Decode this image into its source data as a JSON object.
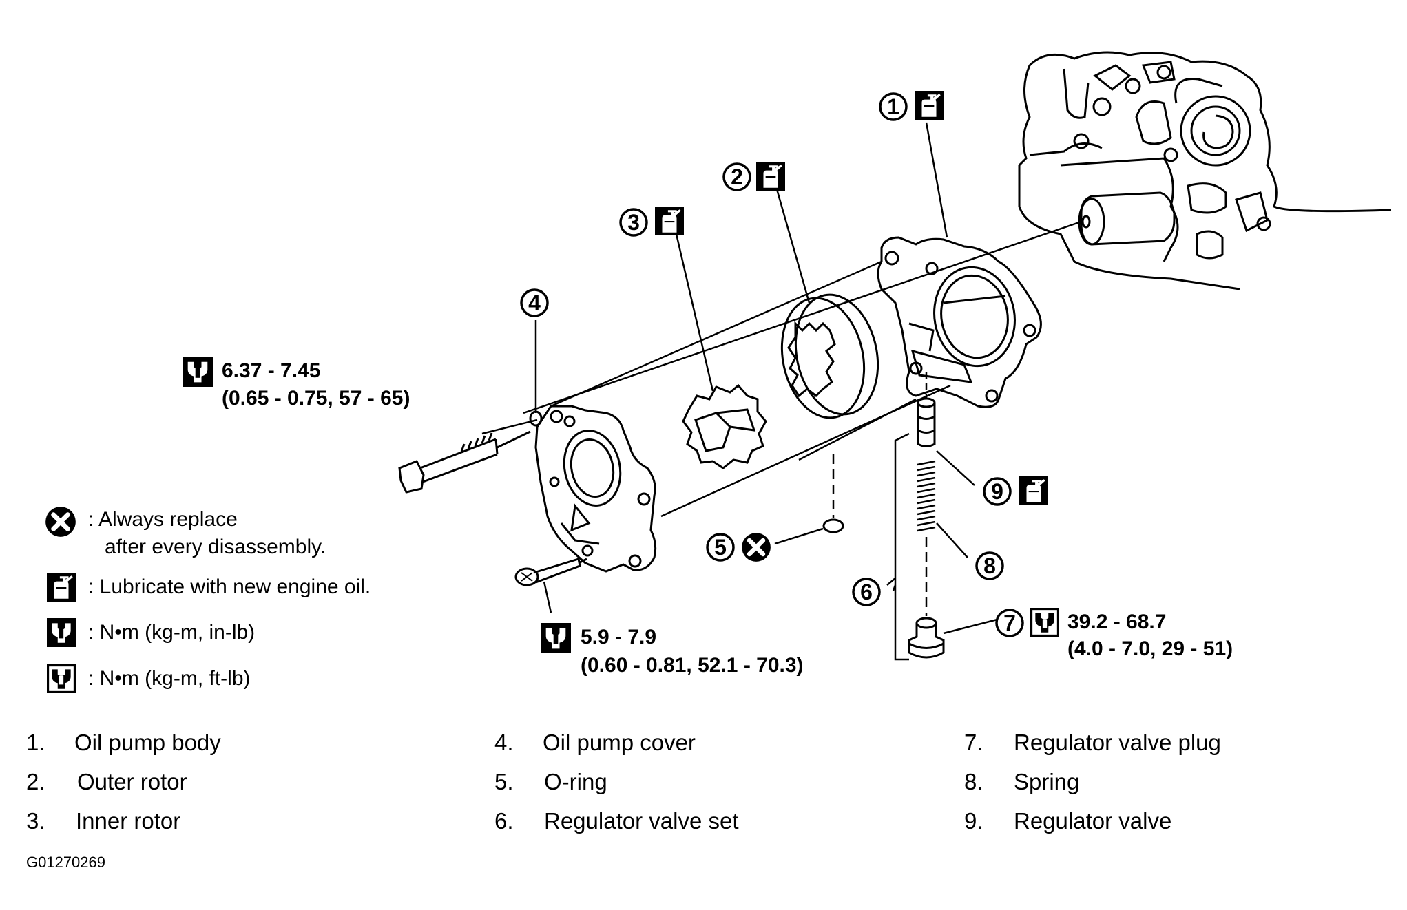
{
  "callouts": [
    "1",
    "2",
    "3",
    "4",
    "5",
    "6",
    "7",
    "8",
    "9"
  ],
  "torque_specs": {
    "bolt_cover": {
      "line1": "6.37 - 7.45",
      "line2": "(0.65 - 0.75, 57 - 65)"
    },
    "screw": {
      "line1": "5.9 - 7.9",
      "line2": "(0.60 - 0.81, 52.1 - 70.3)"
    },
    "regulator_plug": {
      "line1": "39.2 - 68.7",
      "line2": "(4.0 - 7.0, 29 - 51)"
    }
  },
  "legend": {
    "replace_line1": ": Always replace",
    "replace_line2": "after every disassembly.",
    "lubricate": ": Lubricate with new engine oil.",
    "torque_inlb": ": N•m  (kg-m,  in-lb)",
    "torque_ftlb": ": N•m  (kg-m,  ft-lb)"
  },
  "parts_list": [
    {
      "num": "1.",
      "name": "Oil pump body"
    },
    {
      "num": "2.",
      "name": "Outer rotor"
    },
    {
      "num": "3.",
      "name": "Inner rotor"
    },
    {
      "num": "4.",
      "name": "Oil pump cover"
    },
    {
      "num": "5.",
      "name": "O-ring"
    },
    {
      "num": "6.",
      "name": "Regulator valve set"
    },
    {
      "num": "7.",
      "name": "Regulator valve plug"
    },
    {
      "num": "8.",
      "name": "Spring"
    },
    {
      "num": "9.",
      "name": "Regulator valve"
    }
  ],
  "figure_id": "G01270269",
  "icons": {
    "replace": "x-circle-icon",
    "lubricate": "oil-can-icon",
    "torque_inlb": "wrench-filled-icon",
    "torque_ftlb": "wrench-outline-icon"
  }
}
